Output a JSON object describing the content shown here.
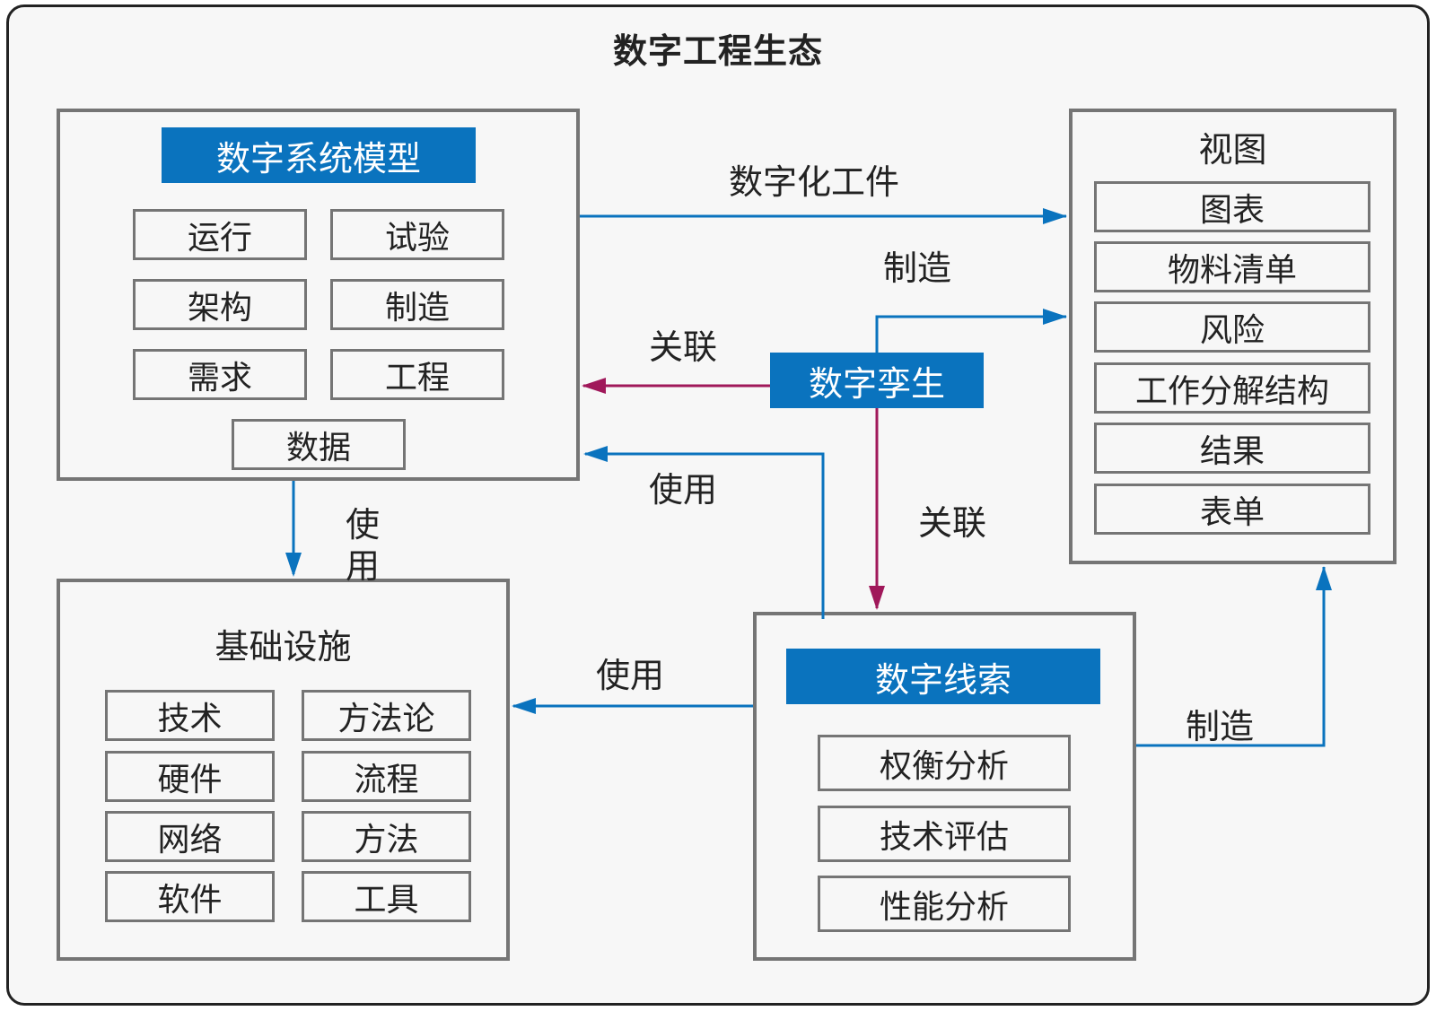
{
  "title": "数字工程生态",
  "colors": {
    "accent_blue": "#0a73be",
    "accent_magenta": "#a0185a",
    "border_gray": "#757575"
  },
  "digital_system_model": {
    "header": "数字系统模型",
    "items": [
      "运行",
      "试验",
      "架构",
      "制造",
      "需求",
      "工程",
      "数据"
    ]
  },
  "views": {
    "header": "视图",
    "items": [
      "图表",
      "物料清单",
      "风险",
      "工作分解结构",
      "结果",
      "表单"
    ]
  },
  "infrastructure": {
    "header": "基础设施",
    "items": [
      "技术",
      "方法论",
      "硬件",
      "流程",
      "网络",
      "方法",
      "软件",
      "工具"
    ]
  },
  "digital_thread": {
    "header": "数字线索",
    "items": [
      "权衡分析",
      "技术评估",
      "性能分析"
    ]
  },
  "digital_twin": "数字孪生",
  "edge_labels": {
    "artifacts": "数字化工件",
    "twin_to_views": "制造",
    "twin_to_model": "关联",
    "thread_to_model": "使用",
    "twin_to_thread": "关联",
    "model_to_infra_1": "使",
    "model_to_infra_2": "用",
    "thread_to_infra": "使用",
    "thread_to_views": "制造"
  }
}
